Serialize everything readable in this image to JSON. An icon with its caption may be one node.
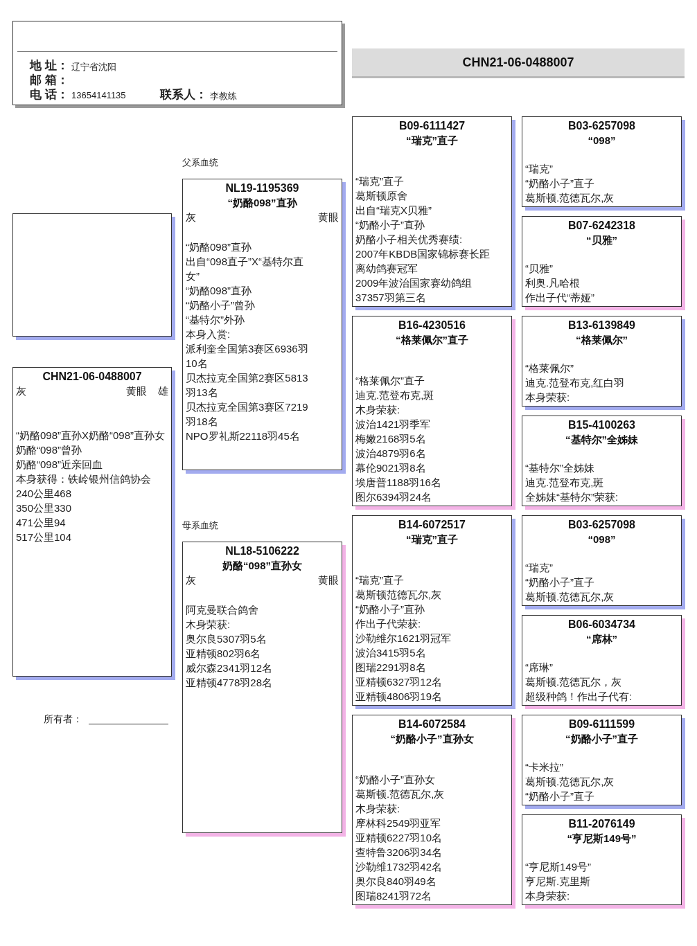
{
  "diagram": {
    "nodes": [
      {
        "text": [
          "地 址：",
          "辽宁省沈阳",
          "邮 箱：",
          "电 话：",
          "13654141135",
          "联系人：",
          "李教练"
        ]
      },
      {
        "text": [
          "CHN21-06-0488007"
        ]
      },
      {
        "text": [],
        "shape": "box"
      },
      {
        "text": [
          "CHN21-06-0488007",
          "灰",
          "黄眼",
          "雄",
          "“奶酪098”直孙X奶酪“098”直孙女",
          "奶酪“098”曾孙",
          "奶酪“098”近亲回血",
          "本身获得：铁岭银州信鸽协会",
          "240公里468",
          "350公里330",
          "471公里94",
          "517公里104"
        ]
      },
      {
        "text": [
          "NL19-1195369",
          "“奶酪098”直孙",
          "灰",
          "黄眼",
          "“奶酪098”直孙",
          "出自“098直子”X“基特尔直女”",
          "“奶酪098”直孙",
          "“奶酪小子”曾孙",
          "“基特尔”外孙",
          "本身入赏:",
          "派利奎全国第3赛区6936羽10名",
          "贝杰拉克全国第2赛区5813羽13名",
          "贝杰拉克全国第3赛区7219羽18名",
          "NPO罗礼斯22118羽45名"
        ]
      },
      {
        "text": [
          "NL18-5106222",
          "奶酪“098”直孙女",
          "灰",
          "黄眼",
          "阿克曼联合鸽舍",
          "木身荣获:",
          "奥尔良5307羽5名",
          "亚精顿802羽6名",
          "威尔森2341羽12名",
          "亚精顿4778羽28名"
        ]
      },
      {
        "text": [
          "B09-6111427",
          "“瑞克”直子",
          "“瑞克”直子",
          "葛斯顿原舍",
          "出自“瑞克X贝雅”",
          "“奶酪小子”直孙",
          "奶酪小子相关优秀赛绩:",
          "2007年KBDB国家锦标赛长距离幼鸽赛冠军",
          "2009年波治国家赛幼鸽组37357羽第三名"
        ]
      },
      {
        "text": [
          "B16-4230516",
          "“格莱佩尔”直子",
          "“格莱佩尔”直子",
          "迪克.范登布克,斑",
          "木身荣获:",
          "波治1421羽季军",
          "梅嫩2168羽5名",
          "波治4879羽6名",
          "幕伦9021羽8名",
          "埃唐普1188羽16名",
          "图尔6394羽24名"
        ]
      },
      {
        "text": [
          "B14-6072517",
          "“瑞克”直子",
          "“瑞克”直子",
          "葛斯顿范德瓦尔,灰",
          "“奶酪小子”直孙",
          "作出子代荣获:",
          "沙勒维尔1621羽冠军",
          "波治3415羽5名",
          "图瑞2291羽8名",
          "亚精顿6327羽12名",
          "亚精顿4806羽19名"
        ]
      },
      {
        "text": [
          "B14-6072584",
          "“奶酪小子”直孙女",
          "“奶酪小子”直孙女",
          "葛斯顿.范德瓦尔,灰",
          "木身荣获:",
          "摩林科2549羽亚军",
          "亚精顿6227羽10名",
          "查特鲁3206羽34名",
          "沙勒维1732羽42名",
          "奥尔良840羽49名",
          "图瑞8241羽72名"
        ]
      },
      {
        "text": [
          "B03-6257098",
          "“098”",
          "“瑞克”",
          "“奶酪小子”直子",
          "葛斯顿.范德瓦尔,灰"
        ]
      },
      {
        "text": [
          "B07-6242318",
          "“贝雅”",
          "“贝雅”",
          "利奥.凡哈根",
          "作出子代“蒂娅”"
        ]
      },
      {
        "text": [
          "B13-6139849",
          "“格莱佩尔”",
          "“格莱佩尔”",
          "迪克.范登布克,红白羽",
          "本身荣获:"
        ]
      },
      {
        "text": [
          "B15-4100263",
          "“基特尔”全姊妹",
          "“基特尔”全姊妹",
          "迪克.范登布克,斑",
          "全姊妹“基特尔”荣获:"
        ]
      },
      {
        "text": [
          "B03-6257098",
          "“098”",
          "“瑞克”",
          "“奶酪小子”直子",
          "葛斯顿.范德瓦尔,灰"
        ]
      },
      {
        "text": [
          "B06-6034734",
          "“席林”",
          "“席琳”",
          "葛斯顿.范德瓦尔，灰",
          "超级种鸽！作出子代有:"
        ]
      },
      {
        "text": [
          "B09-6111599",
          "“奶酪小子”直子",
          "“卡米拉”",
          "葛斯顿.范德瓦尔,灰",
          "“奶酪小子”直子"
        ]
      },
      {
        "text": [
          "B11-2076149",
          "“亨尼斯149号”",
          "“亨尼斯149号”",
          "亨尼斯.克里斯",
          "本身荣获:"
        ]
      }
    ],
    "labels": [
      "父系血统",
      "母系血统",
      "所有者："
    ]
  }
}
